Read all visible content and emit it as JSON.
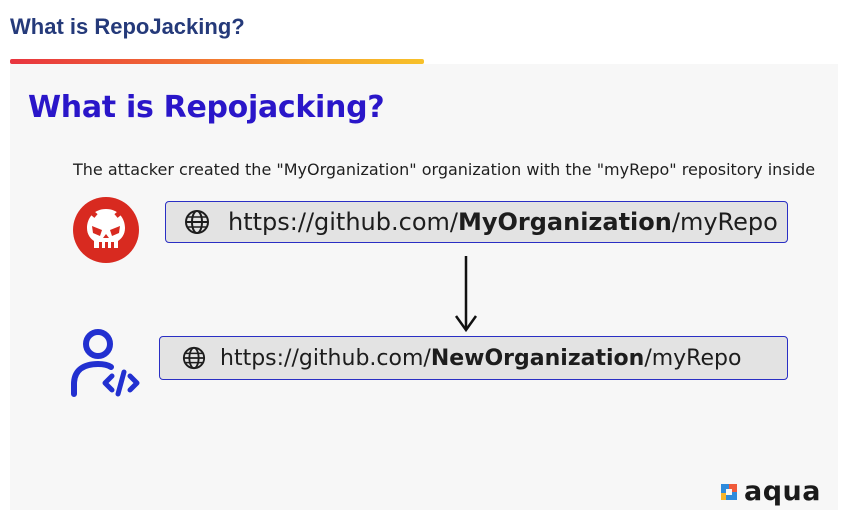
{
  "header": {
    "title": "What is RepoJacking?"
  },
  "slide": {
    "title": "What is Repojacking?",
    "caption": "The attacker created the \"MyOrganization\" organization with the \"myRepo\" repository inside",
    "url_old": {
      "prefix": "https://github.com/",
      "org": "MyOrganization",
      "suffix": "/myRepo"
    },
    "url_new": {
      "prefix": "https://github.com/",
      "org": "NewOrganization",
      "suffix": "/myRepo"
    }
  },
  "icons": {
    "attacker": "skull-icon",
    "developer": "developer-code-icon",
    "globe": "globe-icon",
    "arrow": "arrow-down-icon"
  },
  "brand": {
    "name": "aqua"
  },
  "colors": {
    "header_text": "#253a7a",
    "slide_title": "#2a16c9",
    "url_border": "#2a2fc4",
    "attacker_red": "#d82a20",
    "developer_blue": "#2230d0",
    "gradient": [
      "#e8343f",
      "#f6a62b"
    ]
  }
}
